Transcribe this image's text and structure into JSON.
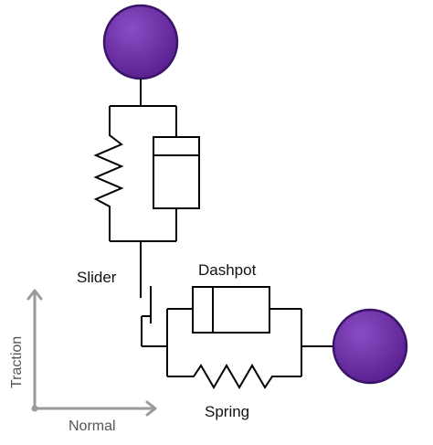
{
  "labels": {
    "slider": "Slider",
    "dashpot": "Dashpot",
    "spring": "Spring",
    "axis_normal": "Normal",
    "axis_traction": "Traction"
  },
  "colors": {
    "node_fill": "#6b2fa0",
    "node_stroke": "#3a1468",
    "line": "#000000",
    "axis": "#9a9a9a",
    "axis_text": "#555555"
  },
  "icons": {
    "top_node": "purple-ball-icon",
    "right_node": "purple-ball-icon"
  }
}
